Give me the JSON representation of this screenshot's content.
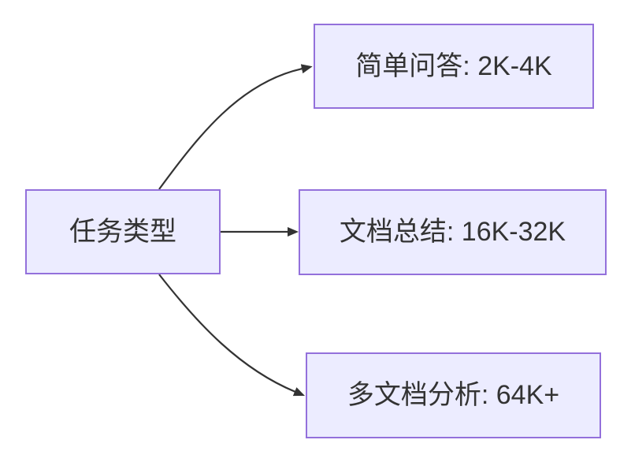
{
  "diagram": {
    "type": "flowchart-left-to-right",
    "colors": {
      "background": "#ffffff",
      "node_fill": "#ececff",
      "node_border": "#9370db",
      "edge": "#333333",
      "text": "#333333"
    },
    "root": {
      "label": "任务类型"
    },
    "branches": [
      {
        "label": "简单问答: 2K-4K"
      },
      {
        "label": "文档总结: 16K-32K"
      },
      {
        "label": "多文档分析: 64K+"
      }
    ]
  }
}
